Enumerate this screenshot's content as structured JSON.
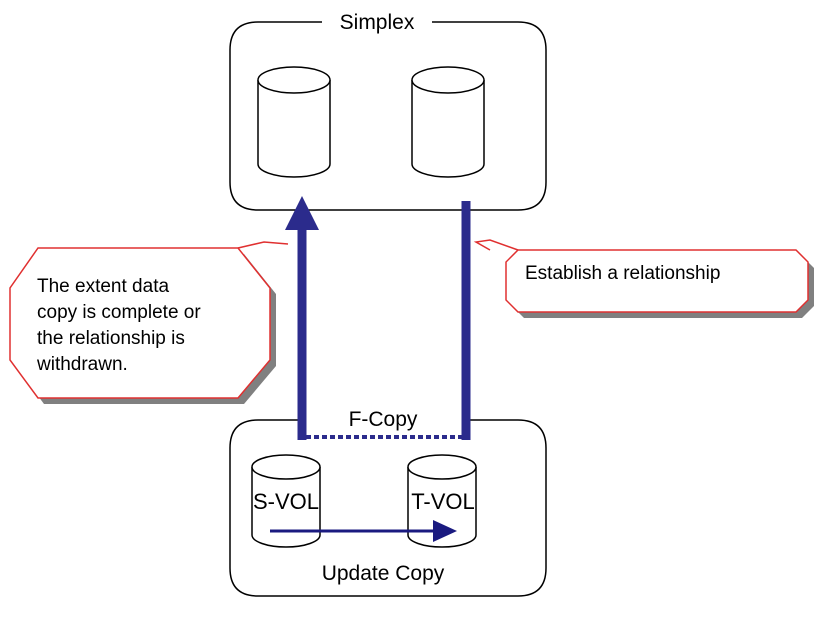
{
  "states": {
    "simplex": "Simplex",
    "update_copy": "Update Copy"
  },
  "relationship": {
    "label": "F-Copy"
  },
  "volumes": {
    "source": "S-VOL",
    "target": "T-VOL"
  },
  "callouts": {
    "establish": "Establish a relationship",
    "withdraw_lines": [
      "The extent data",
      "copy is complete or",
      "the relationship is",
      "withdrawn."
    ]
  },
  "colors": {
    "transition_arrow": "#2b2b8c",
    "copy_arrow": "#1a1a80",
    "callout_border": "#e03030",
    "callout_shadow": "#808080",
    "box_border": "#000000"
  }
}
